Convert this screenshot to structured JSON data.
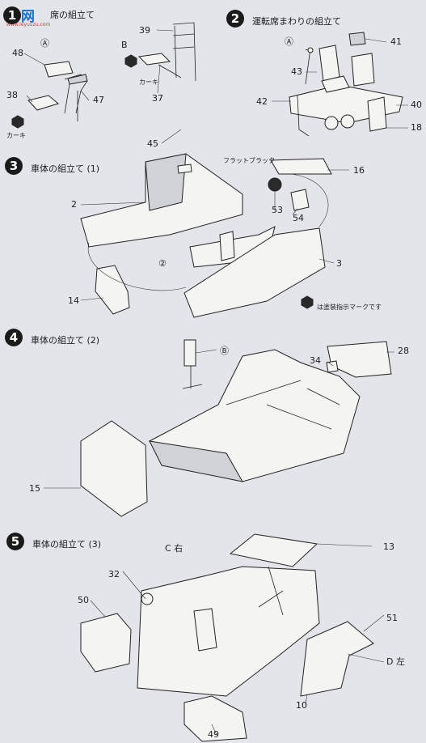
{
  "logo": {
    "brand": "雷网",
    "url": "www.leyuuzu.com"
  },
  "steps": [
    {
      "number": "1",
      "title": "席の組立て"
    },
    {
      "number": "2",
      "title": "運転席まわりの組立て"
    },
    {
      "number": "3",
      "title": "車体の組立て (1)"
    },
    {
      "number": "4",
      "title": "車体の組立て (2)"
    },
    {
      "number": "5",
      "title": "車体の組立て (3)"
    }
  ],
  "parts": {
    "p48": "48",
    "pA1": "Ⓐ",
    "p38": "38",
    "p47": "47",
    "kaki1": "カーキ",
    "p39": "39",
    "pB1": "B",
    "kaki2": "カーキ",
    "p37": "37",
    "pA2": "Ⓐ",
    "p41": "41",
    "p43": "43",
    "p42": "42",
    "p40": "40",
    "p18": "18",
    "p45": "45",
    "flat_black": "フラットブラック",
    "p16": "16",
    "p2": "2",
    "p53": "53",
    "p54": "54",
    "pA3": "②",
    "p3": "3",
    "p14": "14",
    "paint_note": "は塗装指示マークです",
    "pB2": "Ⓑ",
    "p34": "34",
    "p28": "28",
    "p15": "15",
    "c_right": "C 右",
    "p13": "13",
    "p32": "32",
    "p50": "50",
    "p51": "51",
    "d_left": "D 左",
    "p10": "10",
    "p49": "49"
  }
}
